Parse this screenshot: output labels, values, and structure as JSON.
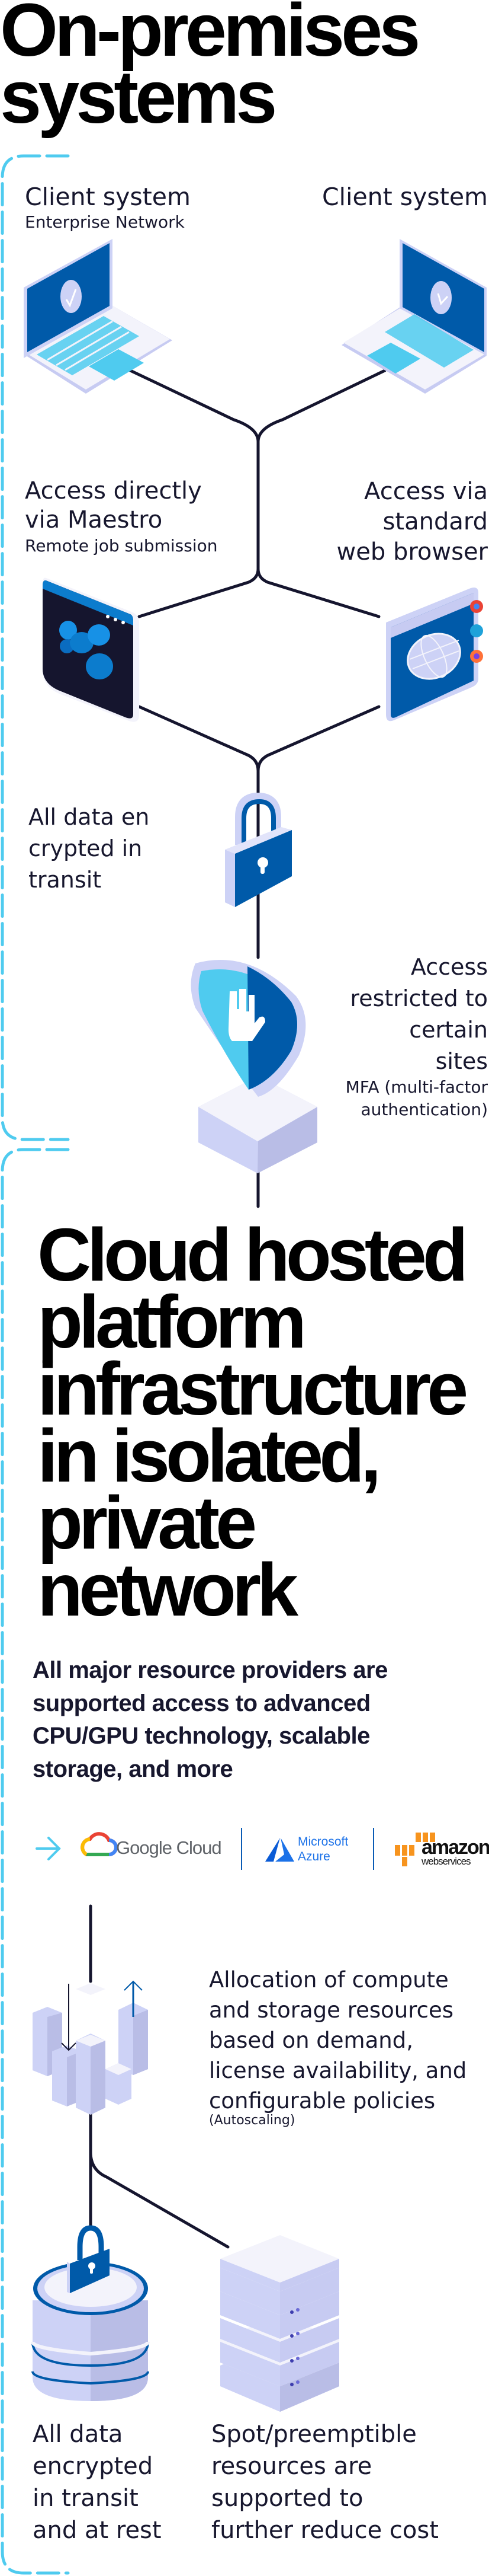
{
  "onprem": {
    "title_lines": [
      "On-premises",
      "systems"
    ],
    "client_left": {
      "title": "Client system",
      "subtitle": "Enterprise Network"
    },
    "client_right": {
      "title": "Client system"
    },
    "access_direct": {
      "lines": [
        "Access directly",
        "via Maestro"
      ],
      "subtitle": "Remote job submission"
    },
    "access_browser": {
      "lines": [
        "Access via",
        "standard",
        "web browser"
      ]
    },
    "encrypted": {
      "lines": [
        "All data en",
        "crypted in",
        "transit"
      ]
    },
    "restricted": {
      "lines": [
        "Access",
        "restricted to",
        "certain",
        "sites"
      ],
      "subtitle_lines": [
        "MFA (multi-factor",
        "authentication)"
      ]
    }
  },
  "cloud": {
    "title_lines": [
      "Cloud hosted",
      "platform",
      "infrastructure",
      "in isolated,",
      "private",
      "network"
    ],
    "description_lines": [
      "All major resource providers are",
      "supported access to advanced",
      "CPU/GPU technology, scalable",
      "storage, and more"
    ],
    "providers": {
      "google": {
        "name": "Google Cloud"
      },
      "azure": {
        "line1": "Microsoft",
        "line2": "Azure"
      },
      "aws": {
        "line1": "amazon",
        "line2": "webservices"
      }
    },
    "autoscaling": {
      "lines": [
        "Allocation of compute",
        "and storage resources",
        "based on demand,",
        "license availability, and",
        "configurable policies"
      ],
      "note": "(Autoscaling)"
    },
    "encrypted": {
      "lines": [
        "All data",
        "encrypted",
        "in transit",
        "and at rest"
      ]
    },
    "spot": {
      "lines": [
        "Spot/preemptible",
        "resources are",
        "supported to",
        "further reduce cost"
      ]
    }
  },
  "colors": {
    "accent_cyan": "#4fcbef",
    "brand_blue": "#005aa9",
    "navy": "#15152e",
    "lavender": "#cdd2f6"
  }
}
